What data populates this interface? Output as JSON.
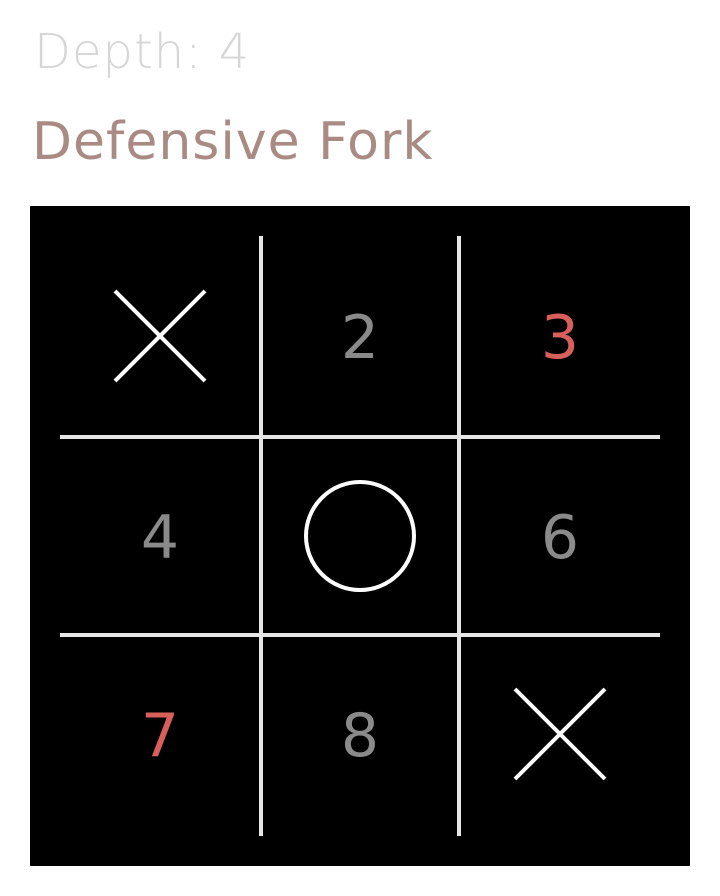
{
  "header": {
    "depth_label": "Depth: 4",
    "title": "Defensive Fork"
  },
  "board": {
    "cells": [
      {
        "index": 1,
        "type": "X",
        "text": ""
      },
      {
        "index": 2,
        "type": "number",
        "text": "2",
        "highlight": false
      },
      {
        "index": 3,
        "type": "number",
        "text": "3",
        "highlight": true
      },
      {
        "index": 4,
        "type": "number",
        "text": "4",
        "highlight": false
      },
      {
        "index": 5,
        "type": "O",
        "text": ""
      },
      {
        "index": 6,
        "type": "number",
        "text": "6",
        "highlight": false
      },
      {
        "index": 7,
        "type": "number",
        "text": "7",
        "highlight": true
      },
      {
        "index": 8,
        "type": "number",
        "text": "8",
        "highlight": false
      },
      {
        "index": 9,
        "type": "X",
        "text": ""
      }
    ],
    "colors": {
      "background": "#000000",
      "grid": "#e6e6e6",
      "mark": "#ffffff",
      "number": "#8a8a8a",
      "highlight": "#d9605a"
    }
  }
}
